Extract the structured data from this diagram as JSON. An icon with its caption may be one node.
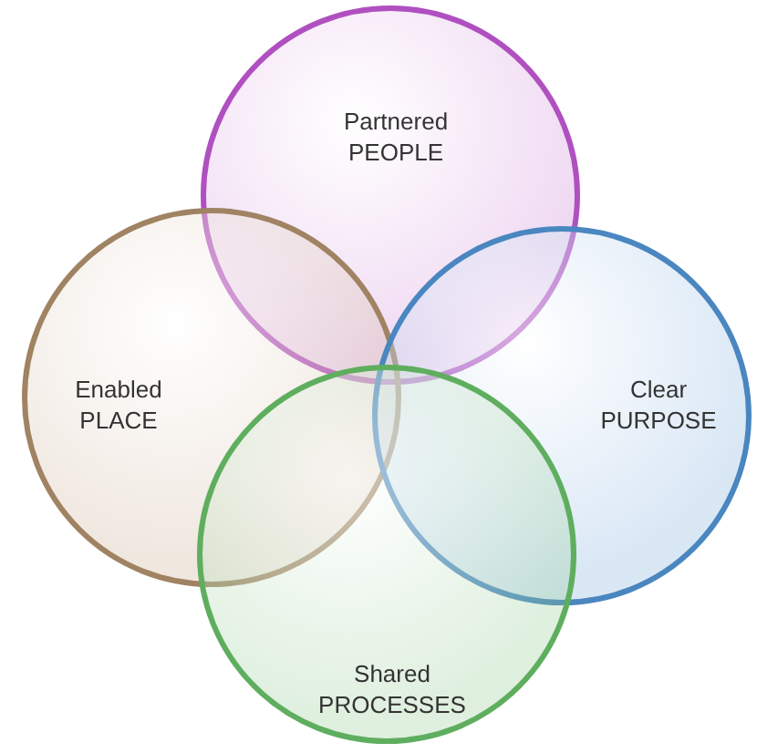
{
  "diagram": {
    "nodes": [
      {
        "text": [
          "Partnered PEOPLE"
        ]
      },
      {
        "text": [
          "Enabled PLACE"
        ]
      },
      {
        "text": [
          "Clear PURPOSE"
        ]
      },
      {
        "text": [
          "Shared PROCESSES"
        ]
      }
    ]
  }
}
